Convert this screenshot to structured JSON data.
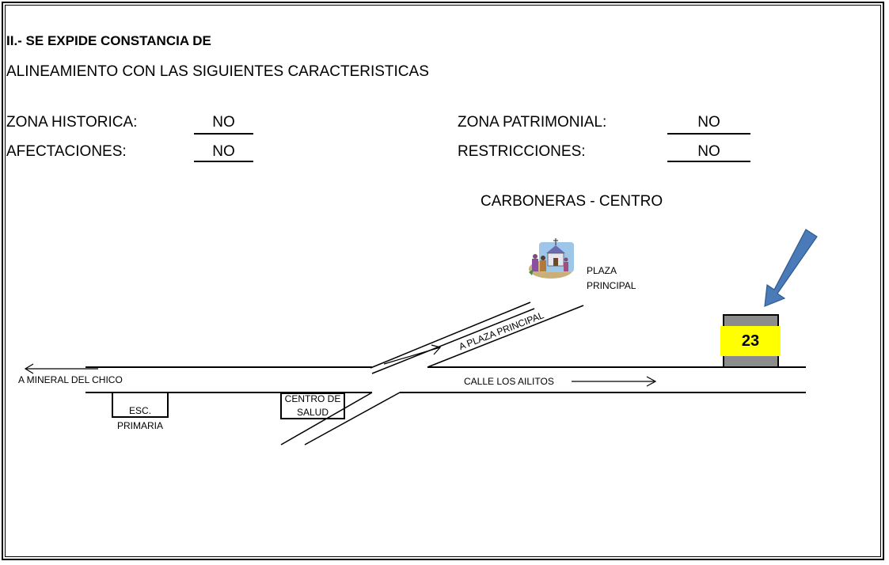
{
  "header": {
    "title": "II.- SE EXPIDE CONSTANCIA DE",
    "subtitle": "ALINEAMIENTO CON LAS SIGUIENTES CARACTERISTICAS"
  },
  "fields": {
    "zona_historica": {
      "label": "ZONA HISTORICA:",
      "value": "NO"
    },
    "afectaciones": {
      "label": "AFECTACIONES:",
      "value": "NO"
    },
    "zona_patrimonial": {
      "label": "ZONA PATRIMONIAL:",
      "value": "NO"
    },
    "restricciones": {
      "label": "RESTRICCIONES:",
      "value": "NO"
    }
  },
  "map": {
    "locality": "CARBONERAS - CENTRO",
    "plaza_label_1": "PLAZA",
    "plaza_label_2": "PRINCIPAL",
    "road_to_plaza": "A PLAZA PRINCIPAL",
    "road_mineral": "A MINERAL DEL CHICO",
    "street": "CALLE LOS AILITOS",
    "school_1": "ESC.",
    "school_2": "PRIMARIA",
    "health_1": "CENTRO DE",
    "health_2": "SALUD",
    "lot_number": "23",
    "colors": {
      "lot_fill": "#8c8c8c",
      "lot_label_bg": "#ffff00",
      "pointer_arrow": "#4a7ab8"
    },
    "icons": [
      "church-icon",
      "pointer-arrow-icon"
    ]
  }
}
